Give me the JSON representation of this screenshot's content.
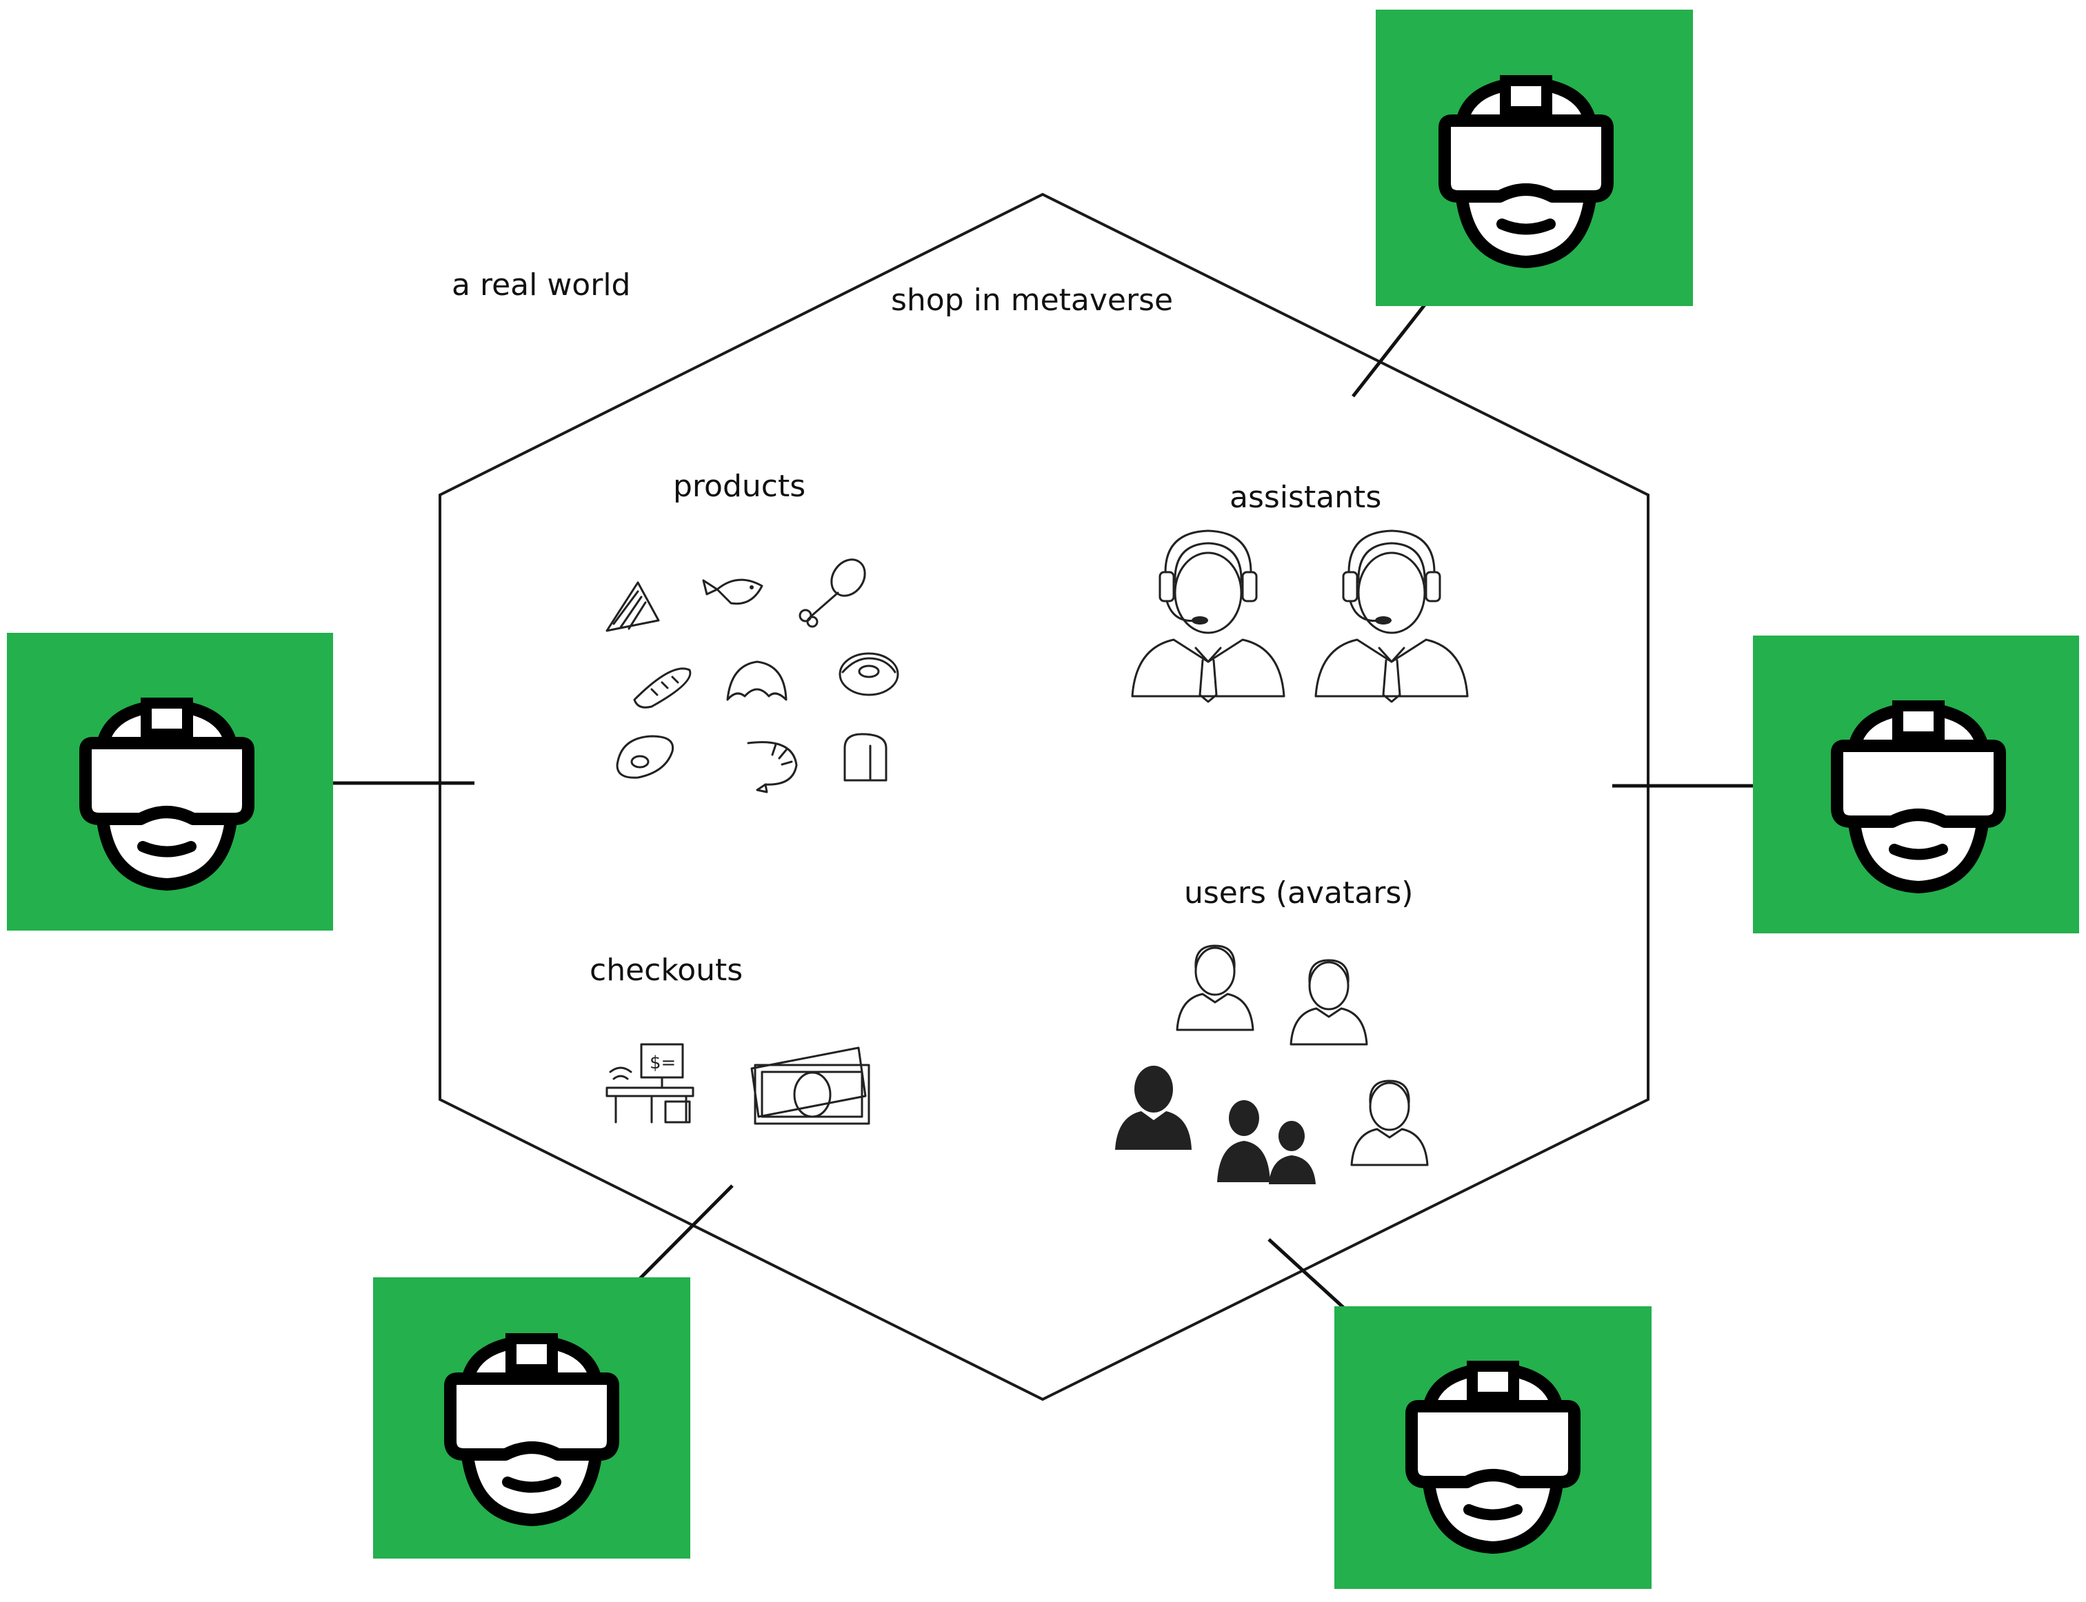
{
  "diagram": {
    "outer_label": "a real world",
    "inner_label": "shop in metaverse",
    "sections": {
      "products": "products",
      "assistants": "assistants",
      "checkouts": "checkouts",
      "users": "users (avatars)"
    },
    "vr_user_icon": "vr-headset-person-icon",
    "colors": {
      "vr_box": "#24b04c",
      "lines": "#111111"
    }
  }
}
